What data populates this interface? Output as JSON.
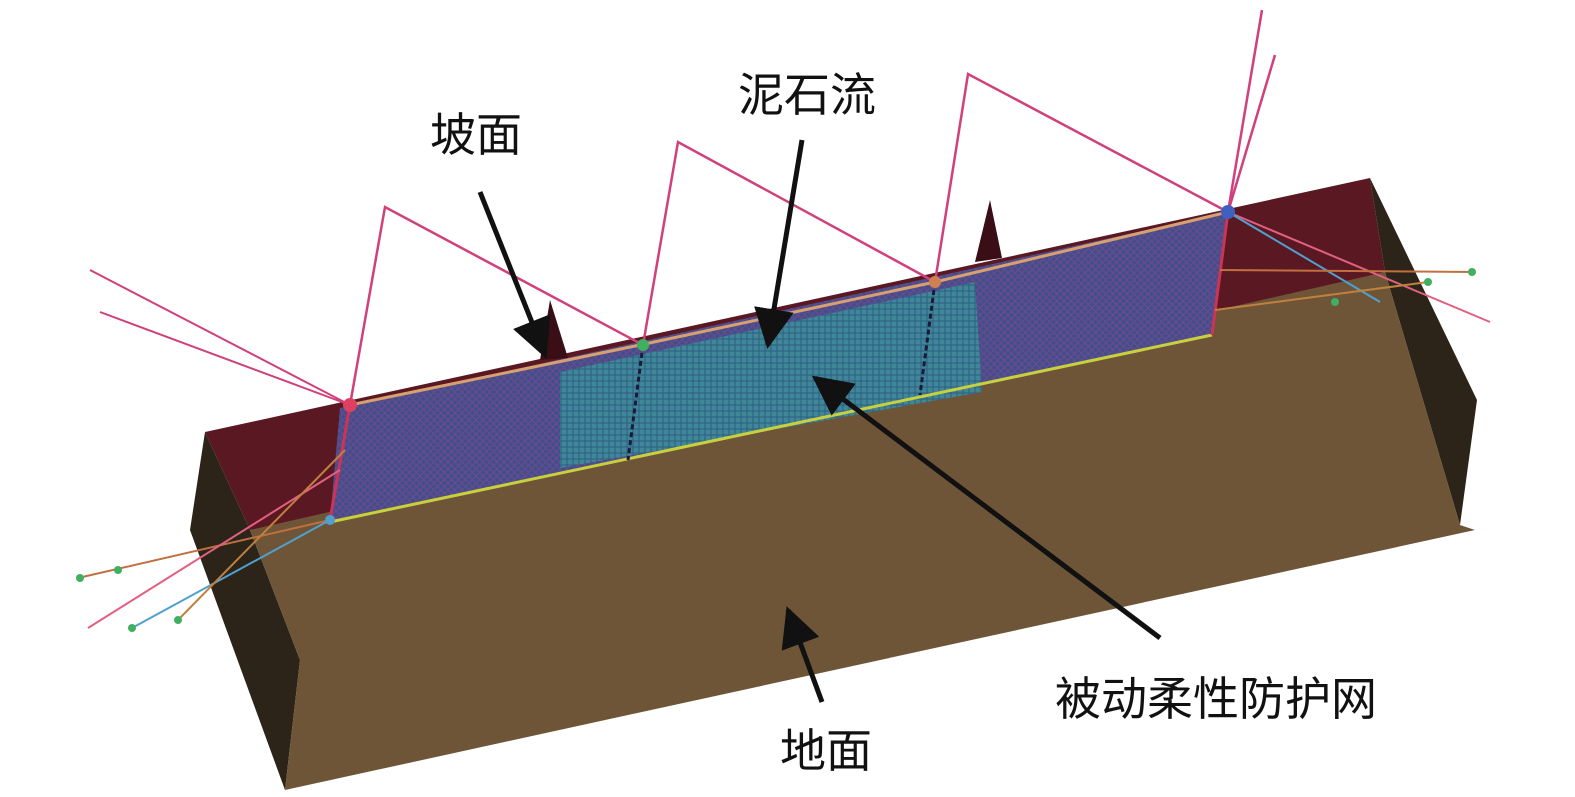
{
  "labels": {
    "slope": "坡面",
    "debris_flow": "泥石流",
    "net": "被动柔性防护网",
    "ground": "地面"
  },
  "colors": {
    "ground_top": "#6e5537",
    "ground_side": "#2c2418",
    "slope_face": "#5a1822",
    "net_mesh": "#3f4f8c",
    "debris": "#3f8a9a",
    "cable": "#d0407a",
    "arrow": "#111111"
  }
}
